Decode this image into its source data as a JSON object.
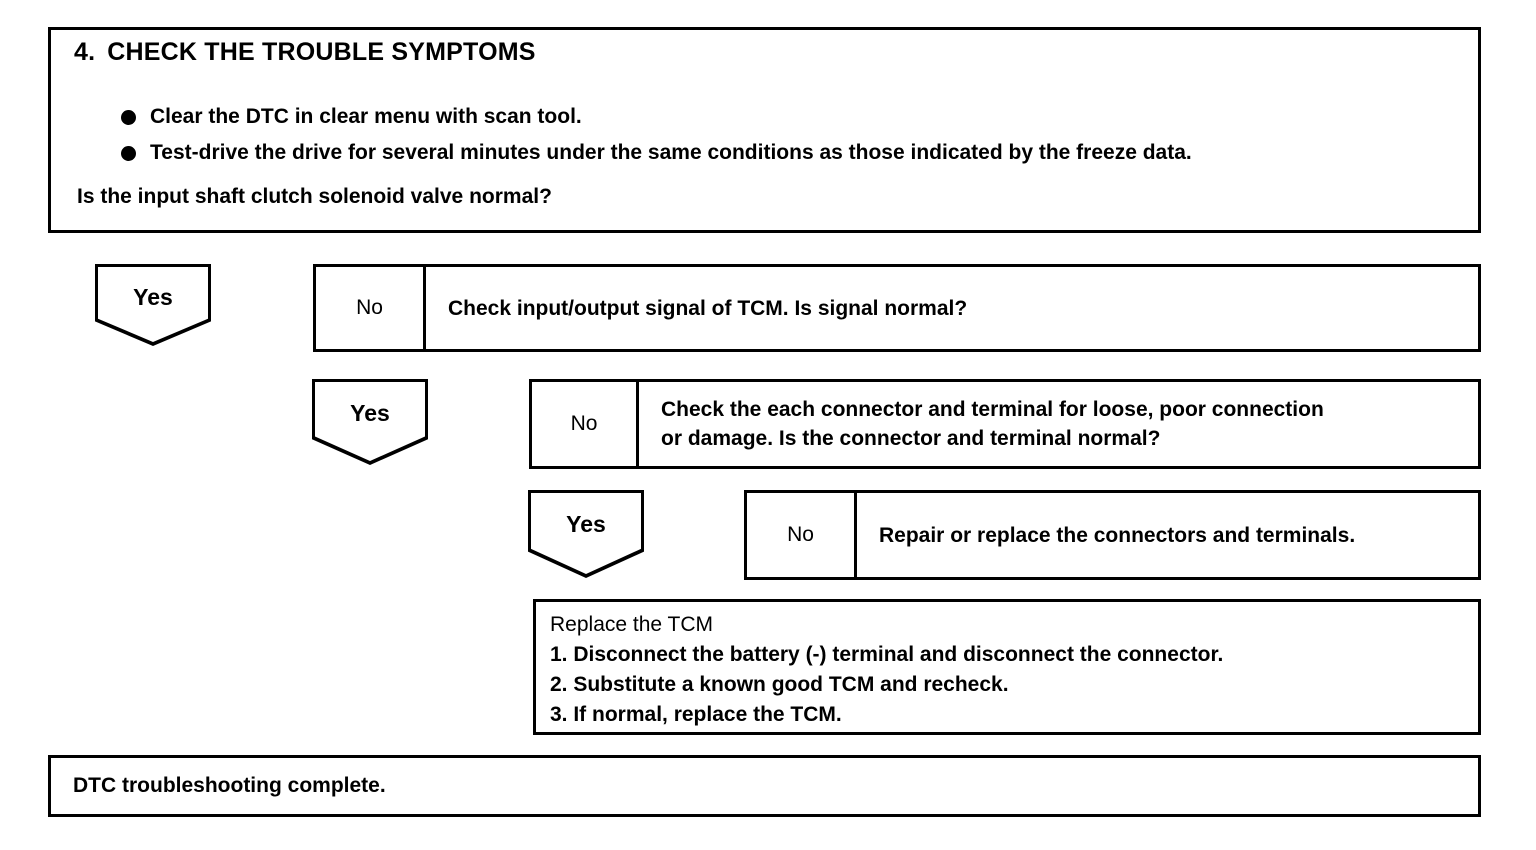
{
  "step": {
    "number": "4.",
    "title": "CHECK THE TROUBLE SYMPTOMS",
    "bullets": [
      "Clear the DTC in clear menu with scan tool.",
      "Test-drive the drive for several minutes under the same conditions as those indicated by the freeze data."
    ],
    "question": "Is the input shaft clutch solenoid valve normal?"
  },
  "branches": [
    {
      "yes_label": "Yes",
      "no_label": "No",
      "statement_lines": [
        "Check input/output signal of TCM. Is signal normal?"
      ]
    },
    {
      "yes_label": "Yes",
      "no_label": "No",
      "statement_lines": [
        "Check the each connector and terminal for loose, poor connection",
        "or damage. Is the connector and terminal normal?"
      ]
    },
    {
      "yes_label": "Yes",
      "no_label": "No",
      "statement_lines": [
        "Repair or replace the connectors and terminals."
      ]
    }
  ],
  "replace_block": {
    "heading": "Replace the TCM",
    "steps": [
      "1. Disconnect the battery (-) terminal and disconnect the connector.",
      "2. Substitute a known good TCM and recheck.",
      "3. If normal, replace the TCM."
    ]
  },
  "final": {
    "text": "DTC troubleshooting complete."
  },
  "colors": {
    "ink": "#000000",
    "paper": "#ffffff"
  }
}
